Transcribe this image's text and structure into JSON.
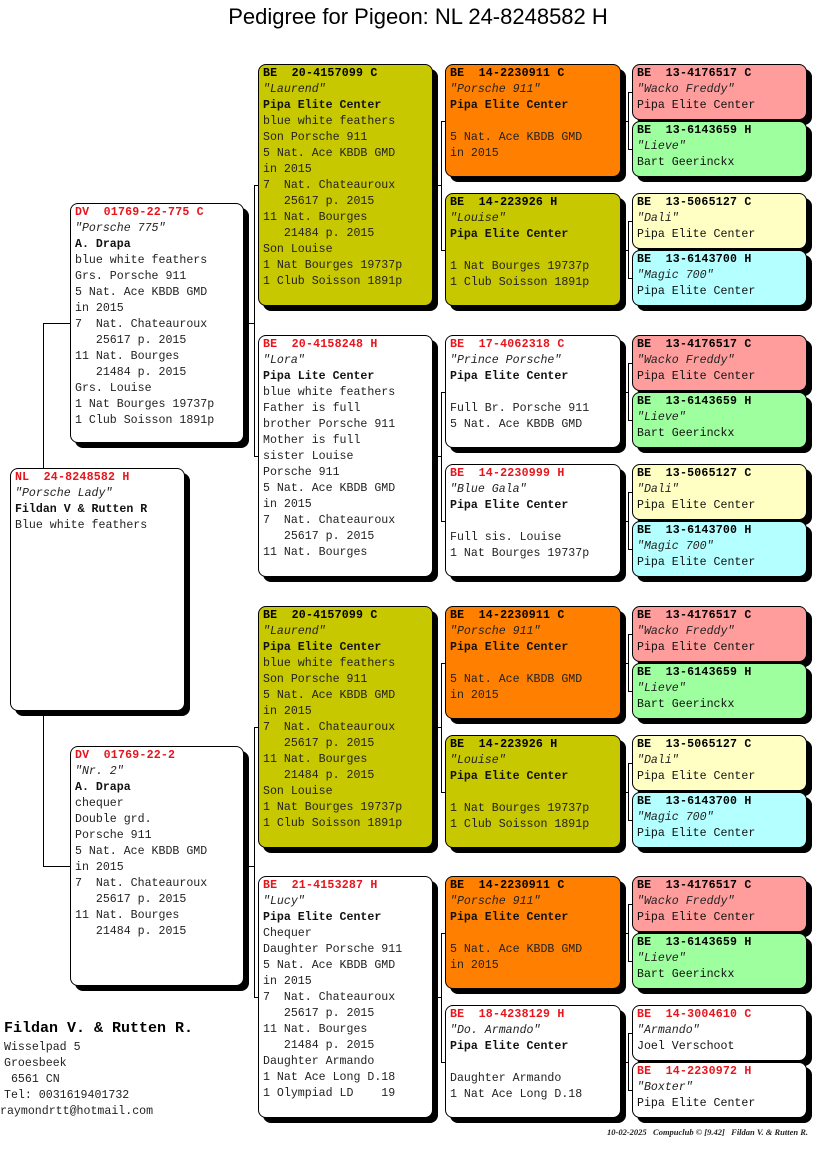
{
  "title": "Pedigree for Pigeon: NL  24-8248582 H",
  "colors": {
    "olive": "#c8c800",
    "orange": "#ff8000",
    "pink": "#ff9d9d",
    "green": "#9dff9d",
    "yellow": "#ffffc4",
    "cyan": "#b4ffff",
    "white": "#ffffff",
    "ring_red": "#e8141c"
  },
  "pigeons": [
    {
      "ring": "NL  24-8248582 H",
      "name": "\"Porsche Lady\"",
      "breeder": "Fildan V & Rutten R",
      "notes": [
        "Blue white feathers"
      ],
      "color": "white"
    },
    {
      "ring": "DV  01769-22-775 C",
      "name": "\"Porsche 775\"",
      "breeder": "A. Drapa",
      "notes": [
        "blue white feathers",
        "Grs. Porsche 911",
        "5 Nat. Ace KBDB GMD",
        "in 2015",
        "7  Nat. Chateauroux",
        "   25617 p. 2015",
        "11 Nat. Bourges",
        "   21484 p. 2015",
        "Grs. Louise",
        "1 Nat Bourges 19737p",
        "1 Club Soisson 1891p"
      ],
      "color": "white"
    },
    {
      "ring": "DV  01769-22-2",
      "name": "\"Nr. 2\"",
      "breeder": "A. Drapa",
      "notes": [
        "chequer",
        "Double grd.",
        "Porsche 911",
        "5 Nat. Ace KBDB GMD",
        "in 2015",
        "7  Nat. Chateauroux",
        "   25617 p. 2015",
        "11 Nat. Bourges",
        "   21484 p. 2015"
      ],
      "color": "white"
    },
    {
      "ring": "BE  20-4157099 C",
      "name": "\"Laurend\"",
      "breeder": "Pipa Elite Center",
      "notes": [
        "blue white feathers",
        "Son Porsche 911",
        "5 Nat. Ace KBDB GMD",
        "in 2015",
        "7  Nat. Chateauroux",
        "   25617 p. 2015",
        "11 Nat. Bourges",
        "   21484 p. 2015",
        "Son Louise",
        "1 Nat Bourges 19737p",
        "1 Club Soisson 1891p"
      ],
      "color": "olive"
    },
    {
      "ring": "BE  20-4158248 H",
      "name": "\"Lora\"",
      "breeder": "Pipa Lite Center",
      "notes": [
        "blue white feathers",
        "Father is full",
        "brother Porsche 911",
        "Mother is full",
        "sister Louise",
        "Porsche 911",
        "5 Nat. Ace KBDB GMD",
        "in 2015",
        "7  Nat. Chateauroux",
        "   25617 p. 2015",
        "11 Nat. Bourges"
      ],
      "color": "white"
    },
    {
      "ring": "BE  20-4157099 C",
      "name": "\"Laurend\"",
      "breeder": "Pipa Elite Center",
      "notes": [
        "blue white feathers",
        "Son Porsche 911",
        "5 Nat. Ace KBDB GMD",
        "in 2015",
        "7  Nat. Chateauroux",
        "   25617 p. 2015",
        "11 Nat. Bourges",
        "   21484 p. 2015",
        "Son Louise",
        "1 Nat Bourges 19737p",
        "1 Club Soisson 1891p"
      ],
      "color": "olive"
    },
    {
      "ring": "BE  21-4153287 H",
      "name": "\"Lucy\"",
      "breeder": "Pipa Elite Center",
      "notes": [
        "Chequer",
        "Daughter Porsche 911",
        "5 Nat. Ace KBDB GMD",
        "in 2015",
        "7  Nat. Chateauroux",
        "   25617 p. 2015",
        "11 Nat. Bourges",
        "   21484 p. 2015",
        "Daughter Armando",
        "1 Nat Ace Long D.18",
        "1 Olympiad LD    19"
      ],
      "color": "white"
    },
    {
      "ring": "BE  14-2230911 C",
      "name": "\"Porsche 911\"",
      "breeder": "Pipa Elite Center",
      "notes": [
        "",
        "5 Nat. Ace KBDB GMD",
        "in 2015"
      ],
      "color": "orange"
    },
    {
      "ring": "BE  14-223926 H",
      "name": "\"Louise\"",
      "breeder": "Pipa Elite Center",
      "notes": [
        "",
        "1 Nat Bourges 19737p",
        "1 Club Soisson 1891p"
      ],
      "color": "olive"
    },
    {
      "ring": "BE  17-4062318 C",
      "name": "\"Prince Porsche\"",
      "breeder": "Pipa Elite Center",
      "notes": [
        "",
        "Full Br. Porsche 911",
        "5 Nat. Ace KBDB GMD"
      ],
      "color": "white"
    },
    {
      "ring": "BE  14-2230999 H",
      "name": "\"Blue Gala\"",
      "breeder": "Pipa Elite Center",
      "notes": [
        "",
        "Full sis. Louise",
        "1 Nat Bourges 19737p"
      ],
      "color": "white"
    },
    {
      "ring": "BE  14-2230911 C",
      "name": "\"Porsche 911\"",
      "breeder": "Pipa Elite Center",
      "notes": [
        "",
        "5 Nat. Ace KBDB GMD",
        "in 2015"
      ],
      "color": "orange"
    },
    {
      "ring": "BE  14-223926 H",
      "name": "\"Louise\"",
      "breeder": "Pipa Elite Center",
      "notes": [
        "",
        "1 Nat Bourges 19737p",
        "1 Club Soisson 1891p"
      ],
      "color": "olive"
    },
    {
      "ring": "BE  14-2230911 C",
      "name": "\"Porsche 911\"",
      "breeder": "Pipa Elite Center",
      "notes": [
        "",
        "5 Nat. Ace KBDB GMD",
        "in 2015"
      ],
      "color": "orange"
    },
    {
      "ring": "BE  18-4238129 H",
      "name": "\"Do. Armando\"",
      "breeder": "Pipa Elite Center",
      "notes": [
        "",
        "Daughter Armando",
        "1 Nat Ace Long D.18"
      ],
      "color": "white"
    },
    {
      "ring": "BE  13-4176517 C",
      "name": "\"Wacko Freddy\"",
      "breeder": "Pipa Elite Center",
      "notes": [],
      "color": "pink"
    },
    {
      "ring": "BE  13-6143659 H",
      "name": "\"Lieve\"",
      "breeder": "Bart Geerinckx",
      "notes": [],
      "color": "green"
    },
    {
      "ring": "BE  13-5065127 C",
      "name": "\"Dali\"",
      "breeder": "Pipa Elite Center",
      "notes": [],
      "color": "yellow"
    },
    {
      "ring": "BE  13-6143700 H",
      "name": "\"Magic 700\"",
      "breeder": "Pipa Elite Center",
      "notes": [],
      "color": "cyan"
    },
    {
      "ring": "BE  13-4176517 C",
      "name": "\"Wacko Freddy\"",
      "breeder": "Pipa Elite Center",
      "notes": [],
      "color": "pink"
    },
    {
      "ring": "BE  13-6143659 H",
      "name": "\"Lieve\"",
      "breeder": "Bart Geerinckx",
      "notes": [],
      "color": "green"
    },
    {
      "ring": "BE  13-5065127 C",
      "name": "\"Dali\"",
      "breeder": "Pipa Elite Center",
      "notes": [],
      "color": "yellow"
    },
    {
      "ring": "BE  13-6143700 H",
      "name": "\"Magic 700\"",
      "breeder": "Pipa Elite Center",
      "notes": [],
      "color": "cyan"
    },
    {
      "ring": "BE  13-4176517 C",
      "name": "\"Wacko Freddy\"",
      "breeder": "Pipa Elite Center",
      "notes": [],
      "color": "pink"
    },
    {
      "ring": "BE  13-6143659 H",
      "name": "\"Lieve\"",
      "breeder": "Bart Geerinckx",
      "notes": [],
      "color": "green"
    },
    {
      "ring": "BE  13-5065127 C",
      "name": "\"Dali\"",
      "breeder": "Pipa Elite Center",
      "notes": [],
      "color": "yellow"
    },
    {
      "ring": "BE  13-6143700 H",
      "name": "\"Magic 700\"",
      "breeder": "Pipa Elite Center",
      "notes": [],
      "color": "cyan"
    },
    {
      "ring": "BE  13-4176517 C",
      "name": "\"Wacko Freddy\"",
      "breeder": "Pipa Elite Center",
      "notes": [],
      "color": "pink"
    },
    {
      "ring": "BE  13-6143659 H",
      "name": "\"Lieve\"",
      "breeder": "Bart Geerinckx",
      "notes": [],
      "color": "green"
    },
    {
      "ring": "BE  14-3004610 C",
      "name": "\"Armando\"",
      "breeder": "Joel Verschoot",
      "notes": [],
      "color": "white"
    },
    {
      "ring": "BE  14-2230972 H",
      "name": "\"Boxter\"",
      "breeder": "Pipa Elite Center",
      "notes": [],
      "color": "white"
    }
  ],
  "owner": {
    "name": "Fildan V. & Rutten R.",
    "address": "Wisselpad 5",
    "city": "Groesbeek",
    "zip": " 6561 CN",
    "tel": "Tel: 0031619401732",
    "email": "raymondrtt@hotmail.com"
  },
  "footer": "10-02-2025   Compuclub © [9.42]   Fildan V. & Rutten R."
}
